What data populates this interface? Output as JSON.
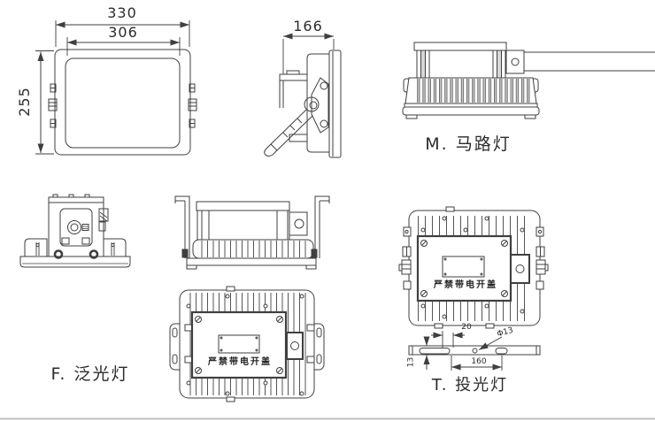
{
  "drawing": {
    "front_view": {
      "width_outer": "330",
      "width_inner": "306",
      "height": "255"
    },
    "side_view": {
      "depth": "166"
    },
    "street_lamp": {
      "label": "M. 马路灯"
    },
    "floodlight": {
      "label": "F. 泛光灯",
      "warning": "严禁带电开盖"
    },
    "spotlight": {
      "label": "T. 投光灯",
      "warning": "严禁带电开盖",
      "bar": {
        "slot_length": "20",
        "hole_diameter": "Φ13",
        "thickness": "13",
        "spacing": "160"
      }
    }
  },
  "colors": {
    "line": "#3f3f3f",
    "fin": "#555555",
    "fin_fill": "#c9c9c9",
    "text": "#2b2b2b",
    "background": "#ffffff",
    "divider": "#c0c0c0"
  }
}
